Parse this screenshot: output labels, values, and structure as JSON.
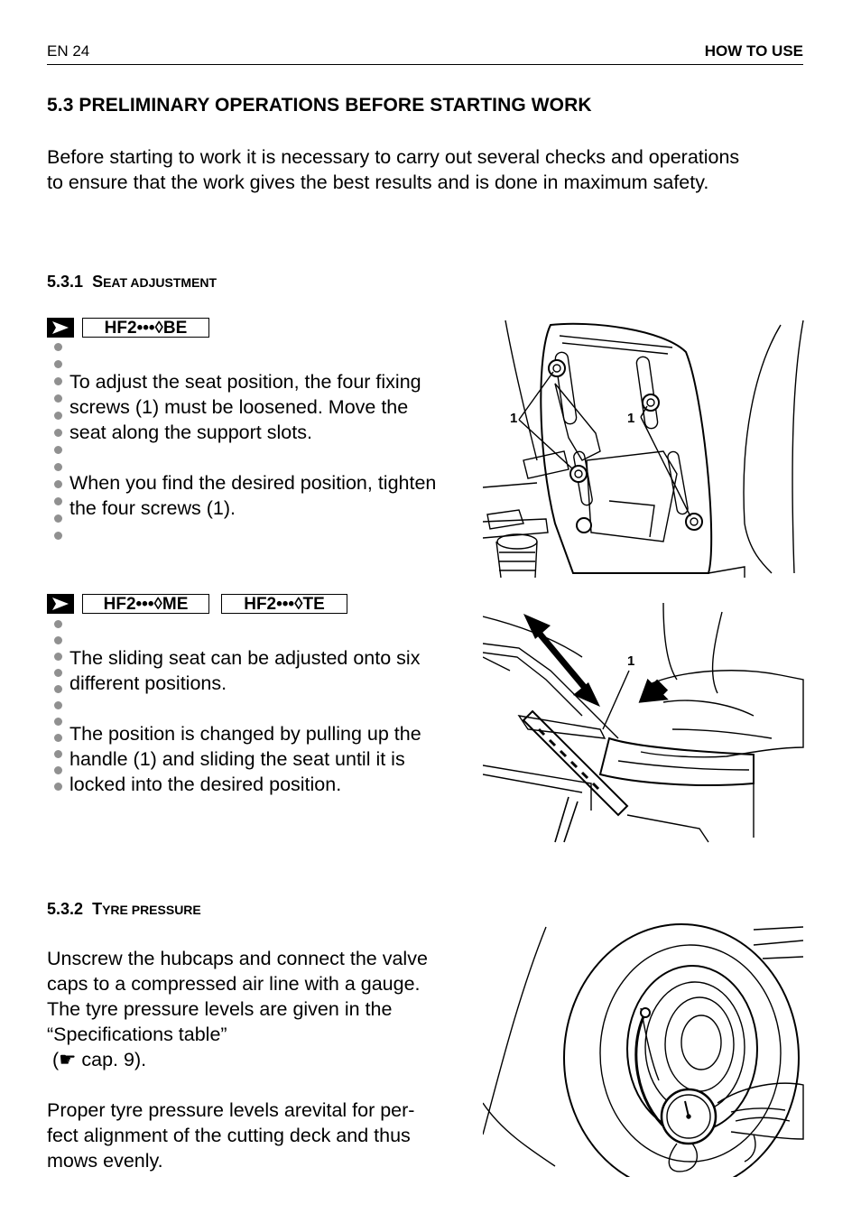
{
  "header": {
    "left": "EN  24",
    "right": "HOW TO USE"
  },
  "section": {
    "title": "5.3  PRELIMINARY OPERATIONS BEFORE STARTING WORK",
    "intro": [
      "Before starting to work it is necessary to carry out several checks and operations",
      "to ensure that the work gives the best results and is done in maximum safety."
    ]
  },
  "seat": {
    "number": "5.3.1",
    "title_first": "S",
    "title_rest": "eat adjustment",
    "block1": {
      "model": "HF2•••◊BE",
      "lines": [
        "To adjust the seat position, the four fixing",
        "screws (1) must be loosened. Move the",
        "seat along the support slots.",
        "",
        "When you find the desired position, tighten",
        "the four screws (1)."
      ],
      "callouts": [
        "1",
        "1"
      ]
    },
    "block2": {
      "models": [
        "HF2•••◊ME",
        "HF2•••◊TE"
      ],
      "lines": [
        "The sliding seat can be adjusted onto six",
        "different positions.",
        "",
        "The position is changed by pulling up the",
        "handle (1) and sliding the seat until it is",
        "locked into the desired position."
      ],
      "callout": "1"
    }
  },
  "tyre": {
    "number": "5.3.2",
    "title_first": "T",
    "title_rest": "yre pressure",
    "lines": [
      "Unscrew the hubcaps and connect the valve",
      "caps to a compressed air line with a gauge.",
      "The tyre pressure levels are given in the",
      "“Specifications table”",
      " (☛ cap. 9).",
      "",
      "Proper tyre pressure levels arevital for per-",
      "fect alignment of the cutting deck and thus",
      "mows evenly."
    ]
  }
}
